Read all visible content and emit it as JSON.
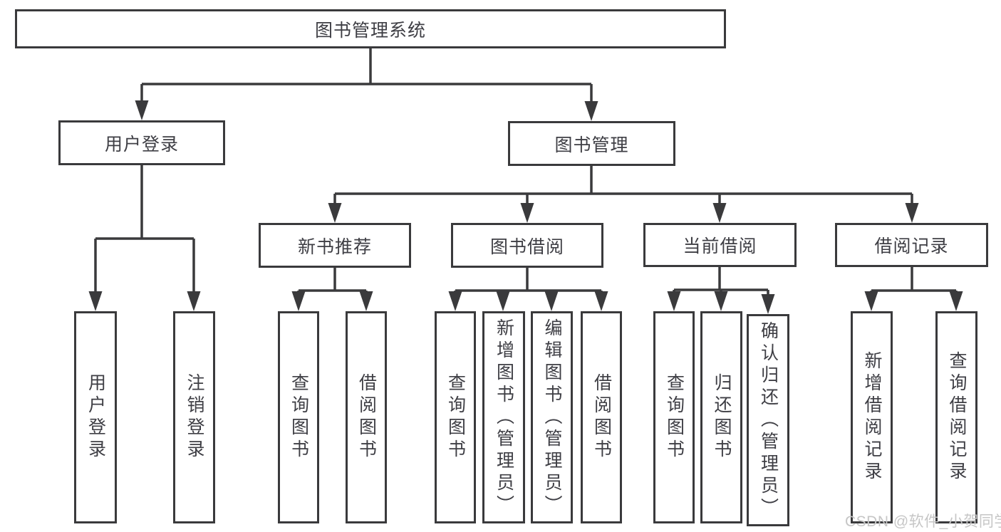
{
  "nodes": {
    "root": "图书管理系统",
    "user_login_group": "用户登录",
    "book_mgmt": "图书管理",
    "new_book_rec": "新书推荐",
    "book_borrow": "图书借阅",
    "current_borrow": "当前借阅",
    "borrow_records": "借阅记录",
    "leaf_user_login": "用户登录",
    "leaf_logout": "注销登录",
    "leaf_nb_query": "查询图书",
    "leaf_nb_borrow": "借阅图书",
    "leaf_bb_query": "查询图书",
    "leaf_bb_add": "新增图书（管理员）",
    "leaf_bb_edit": "编辑图书（管理员）",
    "leaf_bb_borrow": "借阅图书",
    "leaf_cb_query": "查询图书",
    "leaf_cb_return": "归还图书",
    "leaf_cb_confirm": "确认归还（管理员）",
    "leaf_br_add": "新增借阅记录",
    "leaf_br_query": "查询借阅记录"
  },
  "watermark": "CSDN @软件_小贺同学",
  "colors": {
    "line": "#3a3a3c",
    "text": "#3e3e44",
    "watermark": "#c6c6c6",
    "background": "#ffffff"
  }
}
